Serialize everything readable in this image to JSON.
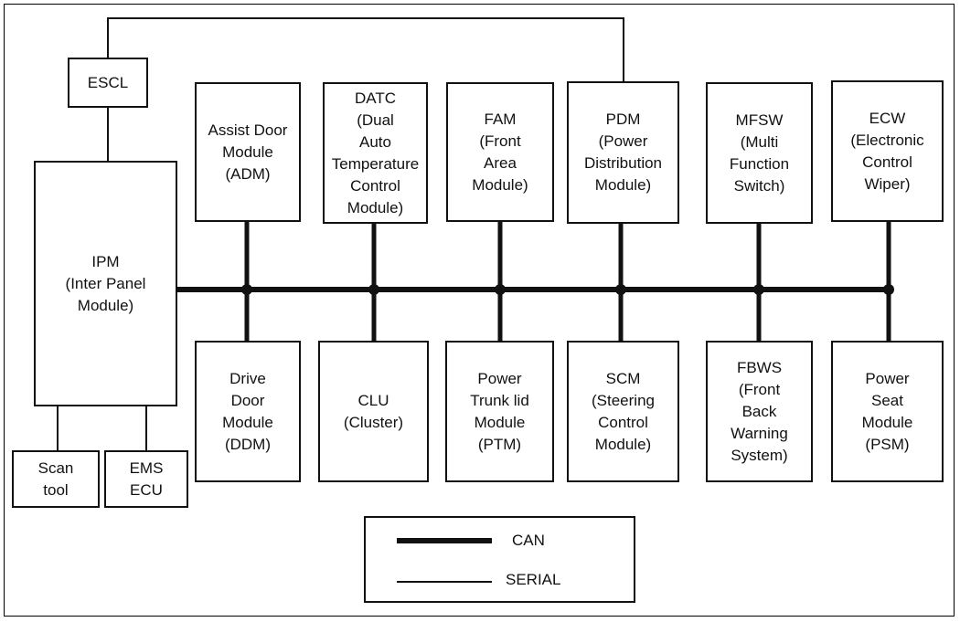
{
  "diagram": {
    "modules": [
      {
        "id": "escl",
        "lines": [
          "ESCL"
        ]
      },
      {
        "id": "ipm",
        "lines": [
          "IPM",
          "(Inter Panel",
          "Module)"
        ]
      },
      {
        "id": "scan-tool",
        "lines": [
          "Scan",
          "tool"
        ]
      },
      {
        "id": "ems-ecu",
        "lines": [
          "EMS",
          "ECU"
        ]
      },
      {
        "id": "adm",
        "lines": [
          "Assist Door",
          "Module",
          "(ADM)"
        ]
      },
      {
        "id": "datc",
        "lines": [
          "DATC",
          "(Dual",
          "Auto",
          "Temperature",
          "Control",
          "Module)"
        ]
      },
      {
        "id": "fam",
        "lines": [
          "FAM",
          "(Front",
          "Area",
          "Module)"
        ]
      },
      {
        "id": "pdm",
        "lines": [
          "PDM",
          "(Power",
          "Distribution",
          "Module)"
        ]
      },
      {
        "id": "mfsw",
        "lines": [
          "MFSW",
          "(Multi",
          "Function",
          "Switch)"
        ]
      },
      {
        "id": "ecw",
        "lines": [
          "ECW",
          "(Electronic",
          "Control",
          "Wiper)"
        ]
      },
      {
        "id": "ddm",
        "lines": [
          "Drive",
          "Door",
          "Module",
          "(DDM)"
        ]
      },
      {
        "id": "clu",
        "lines": [
          "CLU",
          "(Cluster)"
        ]
      },
      {
        "id": "ptm",
        "lines": [
          "Power",
          "Trunk lid",
          "Module",
          "(PTM)"
        ]
      },
      {
        "id": "scm",
        "lines": [
          "SCM",
          "(Steering",
          "Control",
          "Module)"
        ]
      },
      {
        "id": "fbws",
        "lines": [
          "FBWS",
          "(Front",
          "Back",
          "Warning",
          "System)"
        ]
      },
      {
        "id": "psm",
        "lines": [
          "Power",
          "Seat",
          "Module",
          "(PSM)"
        ]
      }
    ],
    "connections": [
      {
        "from": "ipm",
        "to": "adm",
        "type": "CAN"
      },
      {
        "from": "ipm",
        "to": "datc",
        "type": "CAN"
      },
      {
        "from": "ipm",
        "to": "fam",
        "type": "CAN"
      },
      {
        "from": "ipm",
        "to": "pdm",
        "type": "CAN"
      },
      {
        "from": "ipm",
        "to": "mfsw",
        "type": "CAN"
      },
      {
        "from": "ipm",
        "to": "ecw",
        "type": "CAN"
      },
      {
        "from": "ipm",
        "to": "ddm",
        "type": "CAN"
      },
      {
        "from": "ipm",
        "to": "clu",
        "type": "CAN"
      },
      {
        "from": "ipm",
        "to": "ptm",
        "type": "CAN"
      },
      {
        "from": "ipm",
        "to": "scm",
        "type": "CAN"
      },
      {
        "from": "ipm",
        "to": "fbws",
        "type": "CAN"
      },
      {
        "from": "ipm",
        "to": "psm",
        "type": "CAN"
      },
      {
        "from": "escl",
        "to": "ipm",
        "type": "SERIAL"
      },
      {
        "from": "escl",
        "to": "pdm",
        "type": "SERIAL"
      },
      {
        "from": "ipm",
        "to": "scan-tool",
        "type": "SERIAL"
      },
      {
        "from": "ipm",
        "to": "ems-ecu",
        "type": "SERIAL"
      }
    ]
  },
  "legend": {
    "can_label": "CAN",
    "serial_label": "SERIAL"
  }
}
